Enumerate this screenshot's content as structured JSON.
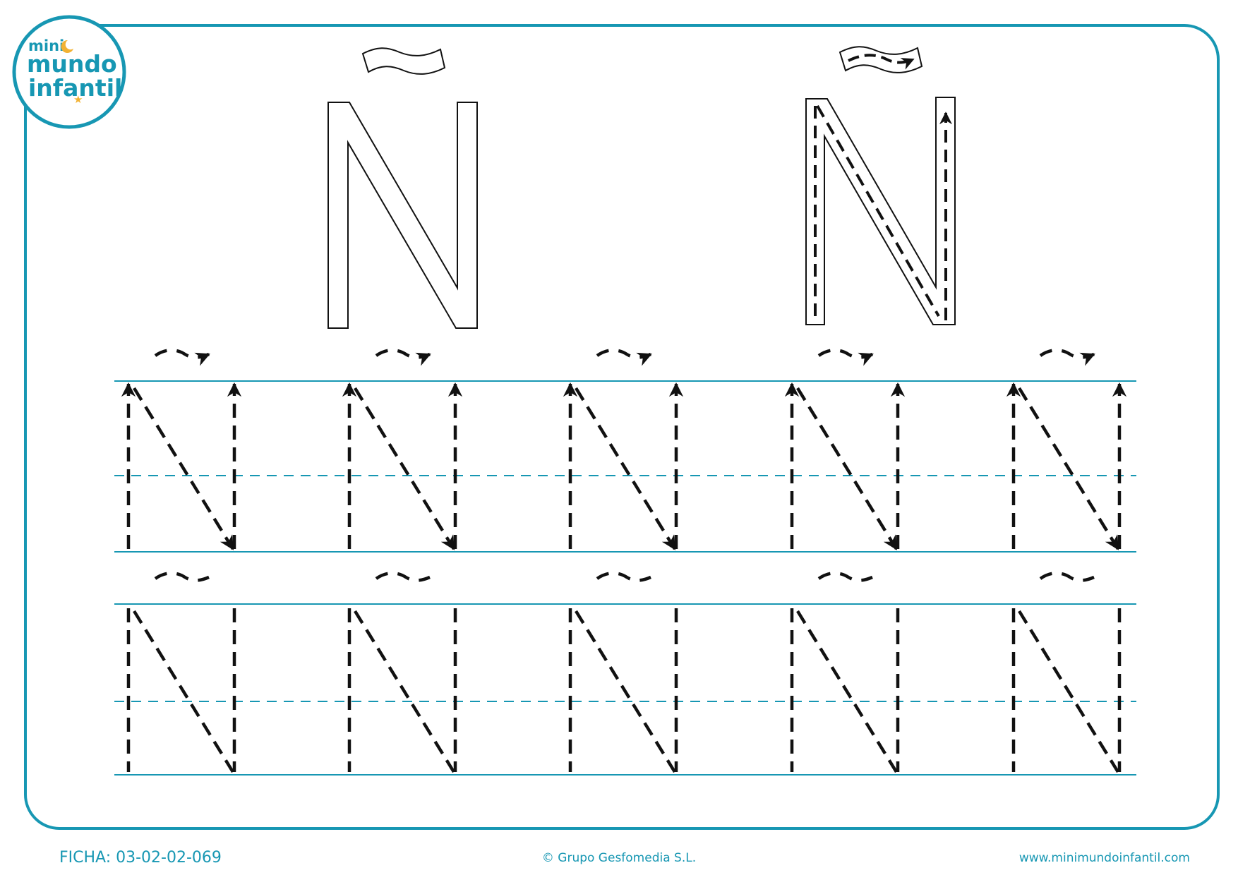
{
  "logo": {
    "line1": "mini",
    "line2": "mundo",
    "line3": "infantil"
  },
  "colors": {
    "accent": "#1797b3",
    "ink": "#111111"
  },
  "worksheet": {
    "model_letter": "Ñ",
    "practice_rows": [
      {
        "letters": 5,
        "direction_arrows": true
      },
      {
        "letters": 5,
        "direction_arrows": false
      }
    ]
  },
  "footer": {
    "sheet_code": "FICHA: 03-02-02-069",
    "copyright": "© Grupo Gesfomedia S.L.",
    "website": "www.minimundoinfantil.com"
  }
}
